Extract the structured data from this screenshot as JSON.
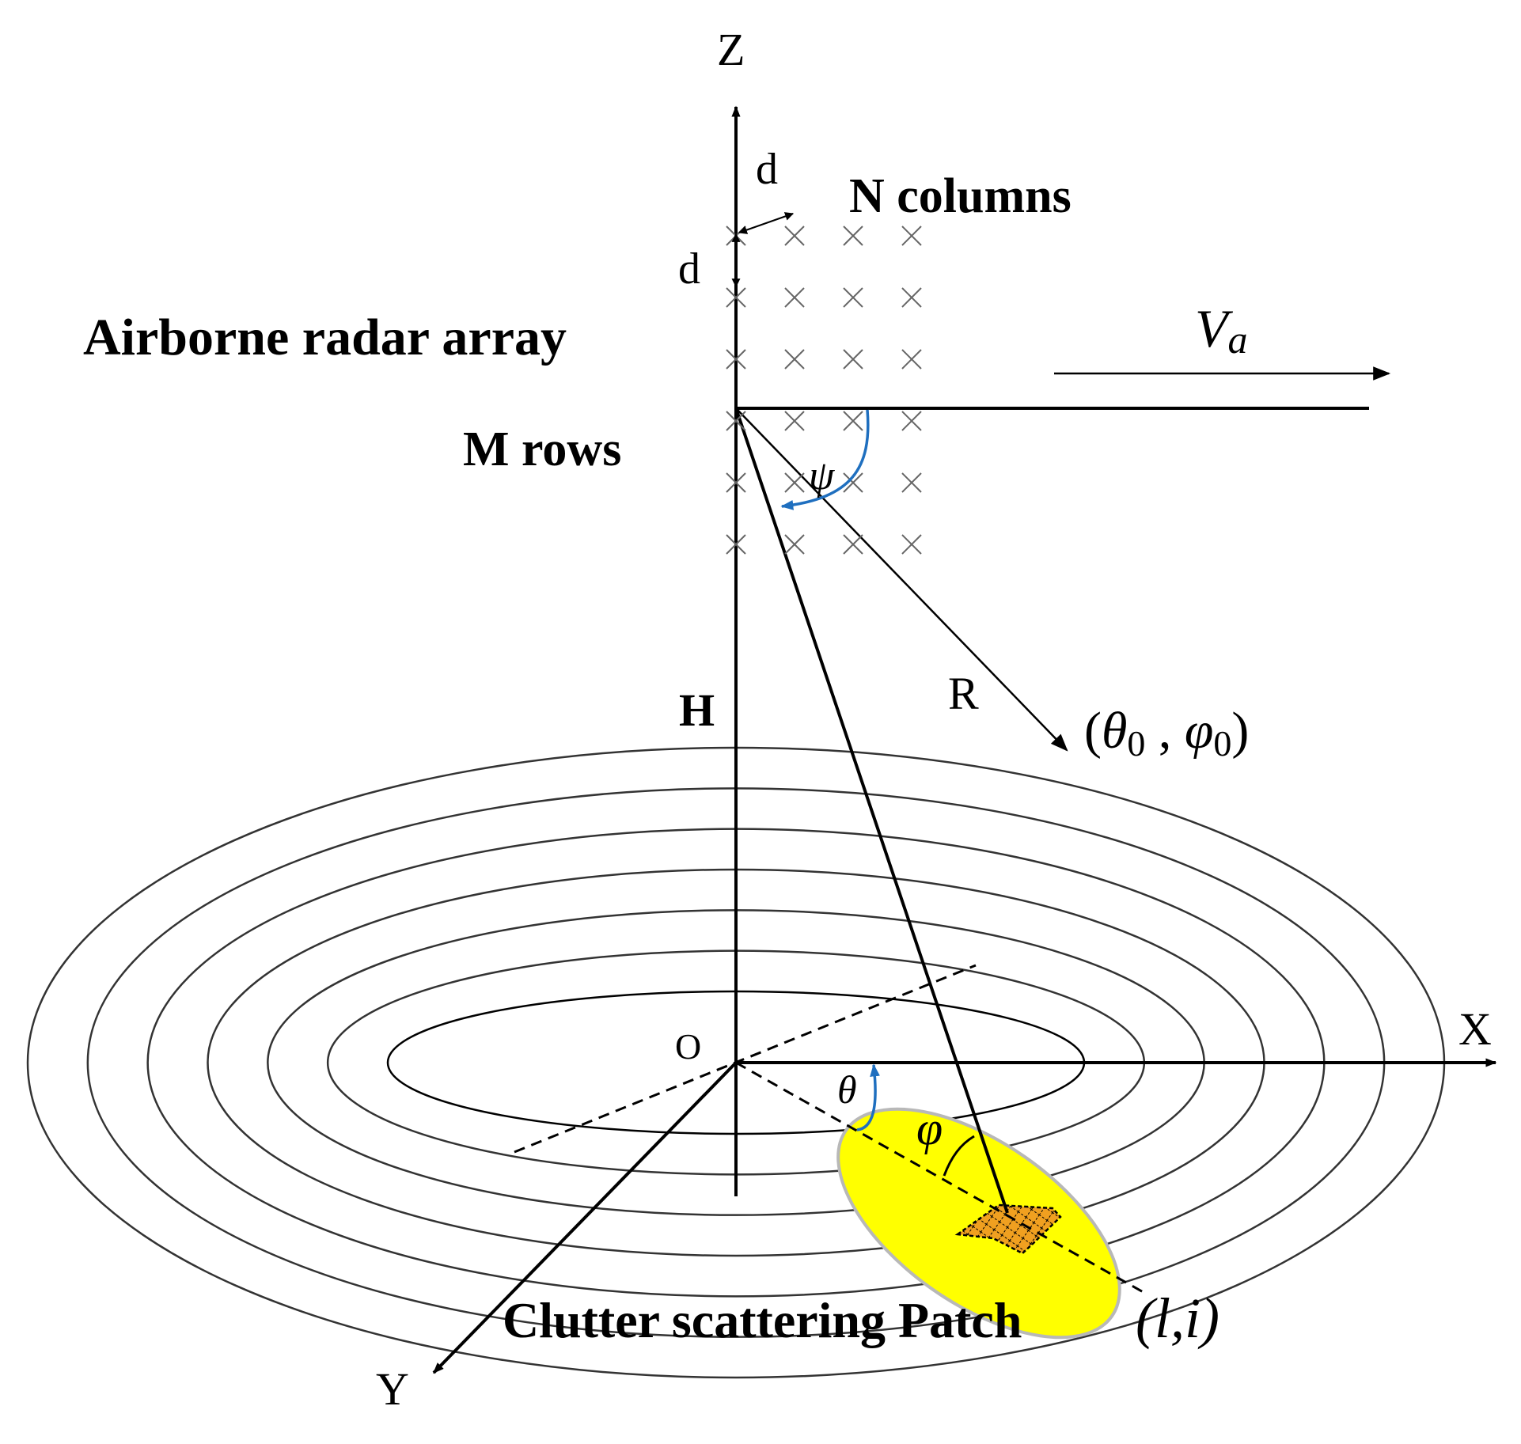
{
  "labels": {
    "z_axis": "Z",
    "x_axis": "X",
    "y_axis": "Y",
    "origin": "O",
    "spacing_horizontal": "d",
    "spacing_vertical": "d",
    "columns": "N columns",
    "rows": "M rows",
    "array": "Airborne radar array",
    "velocity_main": "V",
    "velocity_sub": "a",
    "height": "H",
    "range": "R",
    "psi": "ψ",
    "theta": "θ",
    "phi": "φ",
    "direction_open": "(",
    "direction_theta": "θ",
    "direction_theta_sub": "0",
    "direction_sep": " , ",
    "direction_phi": "φ",
    "direction_phi_sub": "0",
    "direction_close": ")",
    "patch": "Clutter scattering Patch",
    "patch_index": "(l,i)"
  },
  "colors": {
    "line": "#000000",
    "ring": "#333333",
    "element": "#666666",
    "angle_arrow": "#1f6fbf",
    "footprint": "#ffff00",
    "footprint_edge": "#b8b8b8",
    "patch": "#f0a020"
  },
  "array": {
    "rows": 6,
    "columns": 4
  },
  "ranges": {
    "rings": 7
  }
}
